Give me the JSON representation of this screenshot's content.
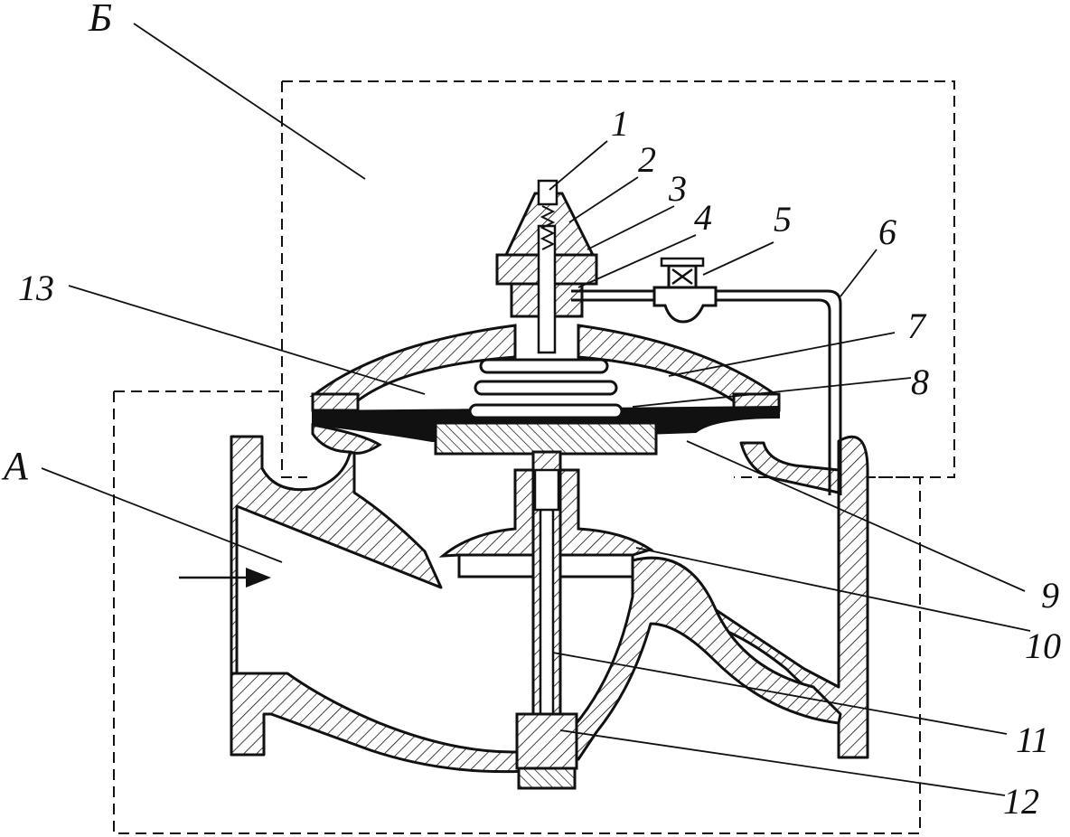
{
  "diagram": {
    "zone_labels": [
      {
        "id": "zone-b",
        "text": "Б"
      },
      {
        "id": "zone-a",
        "text": "А"
      }
    ],
    "part_labels": [
      {
        "id": "part-1",
        "text": "1"
      },
      {
        "id": "part-2",
        "text": "2"
      },
      {
        "id": "part-3",
        "text": "3"
      },
      {
        "id": "part-4",
        "text": "4"
      },
      {
        "id": "part-5",
        "text": "5"
      },
      {
        "id": "part-6",
        "text": "6"
      },
      {
        "id": "part-7",
        "text": "7"
      },
      {
        "id": "part-8",
        "text": "8"
      },
      {
        "id": "part-9",
        "text": "9"
      },
      {
        "id": "part-10",
        "text": "10"
      },
      {
        "id": "part-11",
        "text": "11"
      },
      {
        "id": "part-12",
        "text": "12"
      },
      {
        "id": "part-13",
        "text": "13"
      }
    ],
    "colors": {
      "ink": "#111111",
      "paper": "#ffffff"
    },
    "flow_arrow_icon": "arrow-right-icon"
  }
}
